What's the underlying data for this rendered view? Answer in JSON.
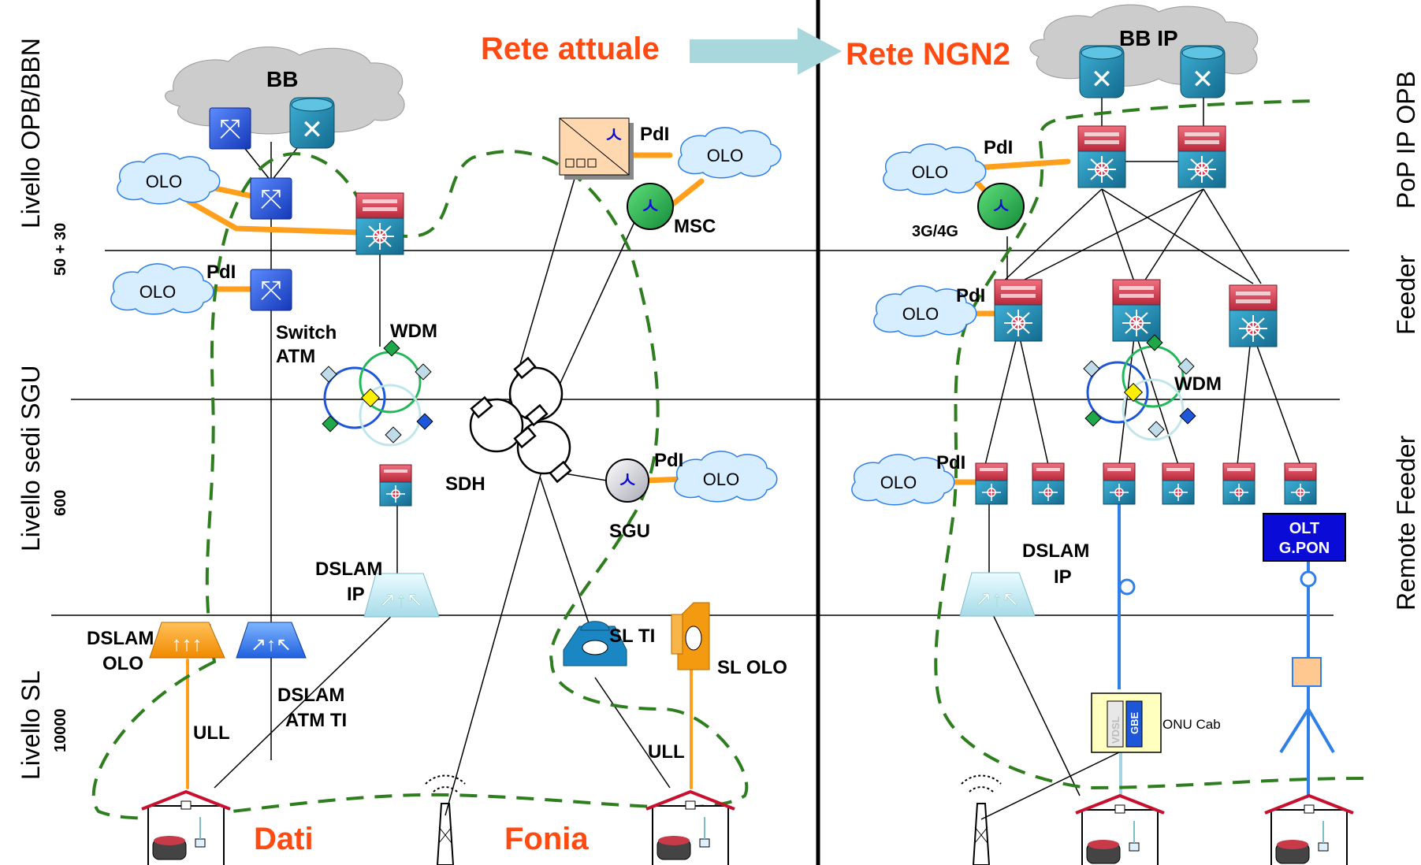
{
  "titles": {
    "current": "Rete attuale",
    "target": "Rete NGN2",
    "data": "Dati",
    "voice": "Fonia"
  },
  "left_axis": {
    "level_top": "Livello OPB/BBN",
    "level_sgu": "Livello sedi SGU",
    "level_sl": "Livello SL",
    "count_top": "50 + 30",
    "count_sgu": "600",
    "count_sl": "10000"
  },
  "right_axis": {
    "pop": "PoP IP OPB",
    "feeder": "Feeder",
    "remote_feeder": "Remote Feeder"
  },
  "clouds": {
    "bb": "BB",
    "bb_ip": "BB IP",
    "olo": "OLO"
  },
  "labels": {
    "pdi": "PdI",
    "switch_atm": [
      "Switch",
      "ATM"
    ],
    "wdm": "WDM",
    "sdh": "SDH",
    "msc": "MSC",
    "sgu": "SGU",
    "dslam_ip": [
      "DSLAM",
      "IP"
    ],
    "dslam_olo": [
      "DSLAM",
      "OLO"
    ],
    "dslam_atm_ti": [
      "DSLAM",
      "ATM TI"
    ],
    "ull": "ULL",
    "sl_ti": "SL TI",
    "sl_olo": "SL OLO",
    "g3g4": "3G/4G",
    "olt": [
      "OLT",
      "G.PON"
    ],
    "onu_cab": "ONU Cab",
    "vdsl": "VDSL",
    "gbe": "GBE"
  },
  "colors": {
    "title_orange": "#ff4a12",
    "link_orange": "#ff9f1c",
    "dashed_green": "#2e7d1f",
    "fiber_blue": "#2f7fe8",
    "atm_blue": "#1d56d8",
    "router_teal": "#1d8fb8",
    "switch_red": "#d63a4a",
    "olt_blue": "#0b0bd8",
    "arrow_fill": "#a8d8dc"
  }
}
